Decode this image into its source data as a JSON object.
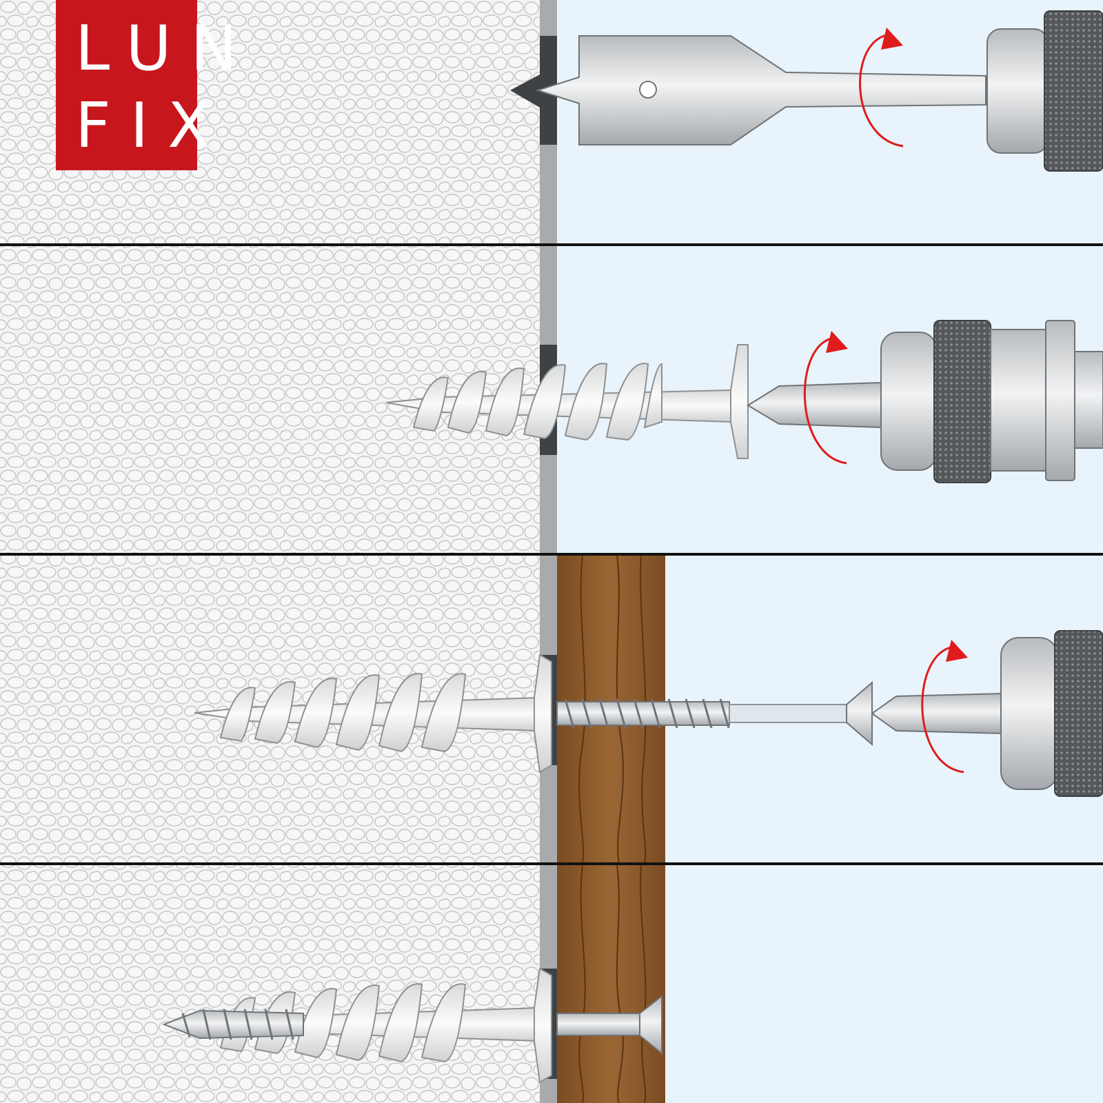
{
  "logo": {
    "line1": "LUN",
    "line2": "FIX",
    "background_color": "#c8161d",
    "text_color": "#ffffff"
  },
  "colors": {
    "foam": "#f4f4f4",
    "foam_bead_outline": "#c9c9c9",
    "wall_board": "#a9aaab",
    "air": "#e8f3fb",
    "wood": "#8b5a2b",
    "metal": "#cdd0d2",
    "knurl": "#55585b",
    "rotation_arrow": "#e01b1b",
    "divider": "#111111"
  },
  "steps": [
    {
      "step": 1,
      "tool": "flat-drill-bit",
      "rotation": "clockwise"
    },
    {
      "step": 2,
      "tool": "insulation-anchor-with-driver-bit",
      "rotation": "clockwise"
    },
    {
      "step": 3,
      "tool": "wood-screw-through-batten",
      "rotation": "clockwise"
    },
    {
      "step": 4,
      "tool": "fixed-batten",
      "rotation": "none"
    }
  ]
}
